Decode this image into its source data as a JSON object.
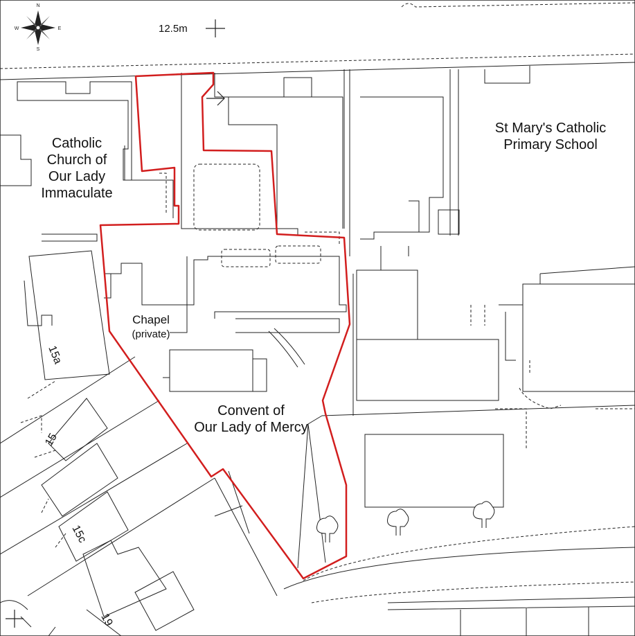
{
  "compass": {
    "north": "N",
    "south": "S",
    "east": "E",
    "west": "W"
  },
  "scale_bar": {
    "label": "12.5m"
  },
  "labels": {
    "church": [
      "Catholic",
      "Church of",
      "Our Lady",
      "Immaculate"
    ],
    "school": [
      "St Mary's Catholic",
      "Primary School"
    ],
    "chapel": "Chapel",
    "chapel_note": "(private)",
    "convent": [
      "Convent of",
      "Our Lady of Mercy"
    ]
  },
  "house_numbers": {
    "h15a": "15a",
    "h15": "15",
    "h15c": "15c",
    "h19": "19"
  },
  "colors": {
    "boundary": "#d21e1e",
    "lines": "#222222",
    "background": "#ffffff"
  }
}
